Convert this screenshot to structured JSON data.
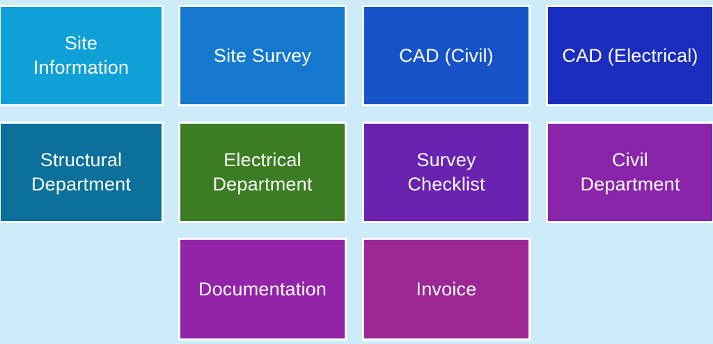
{
  "tiles": [
    {
      "label": "Site\nInformation",
      "color": "#0fa0d8"
    },
    {
      "label": "Site Survey",
      "color": "#1478cf"
    },
    {
      "label": "CAD (Civil)",
      "color": "#1653c8"
    },
    {
      "label": "CAD (Electrical)",
      "color": "#1a2dbf"
    },
    {
      "label": "Structural\nDepartment",
      "color": "#0b709a"
    },
    {
      "label": "Electrical\nDepartment",
      "color": "#3c7d23"
    },
    {
      "label": "Survey\nChecklist",
      "color": "#6a22b1"
    },
    {
      "label": "Civil\nDepartment",
      "color": "#8a25ab"
    },
    {
      "label": "Documentation",
      "color": "#9323a8"
    },
    {
      "label": "Invoice",
      "color": "#9b2895"
    }
  ]
}
